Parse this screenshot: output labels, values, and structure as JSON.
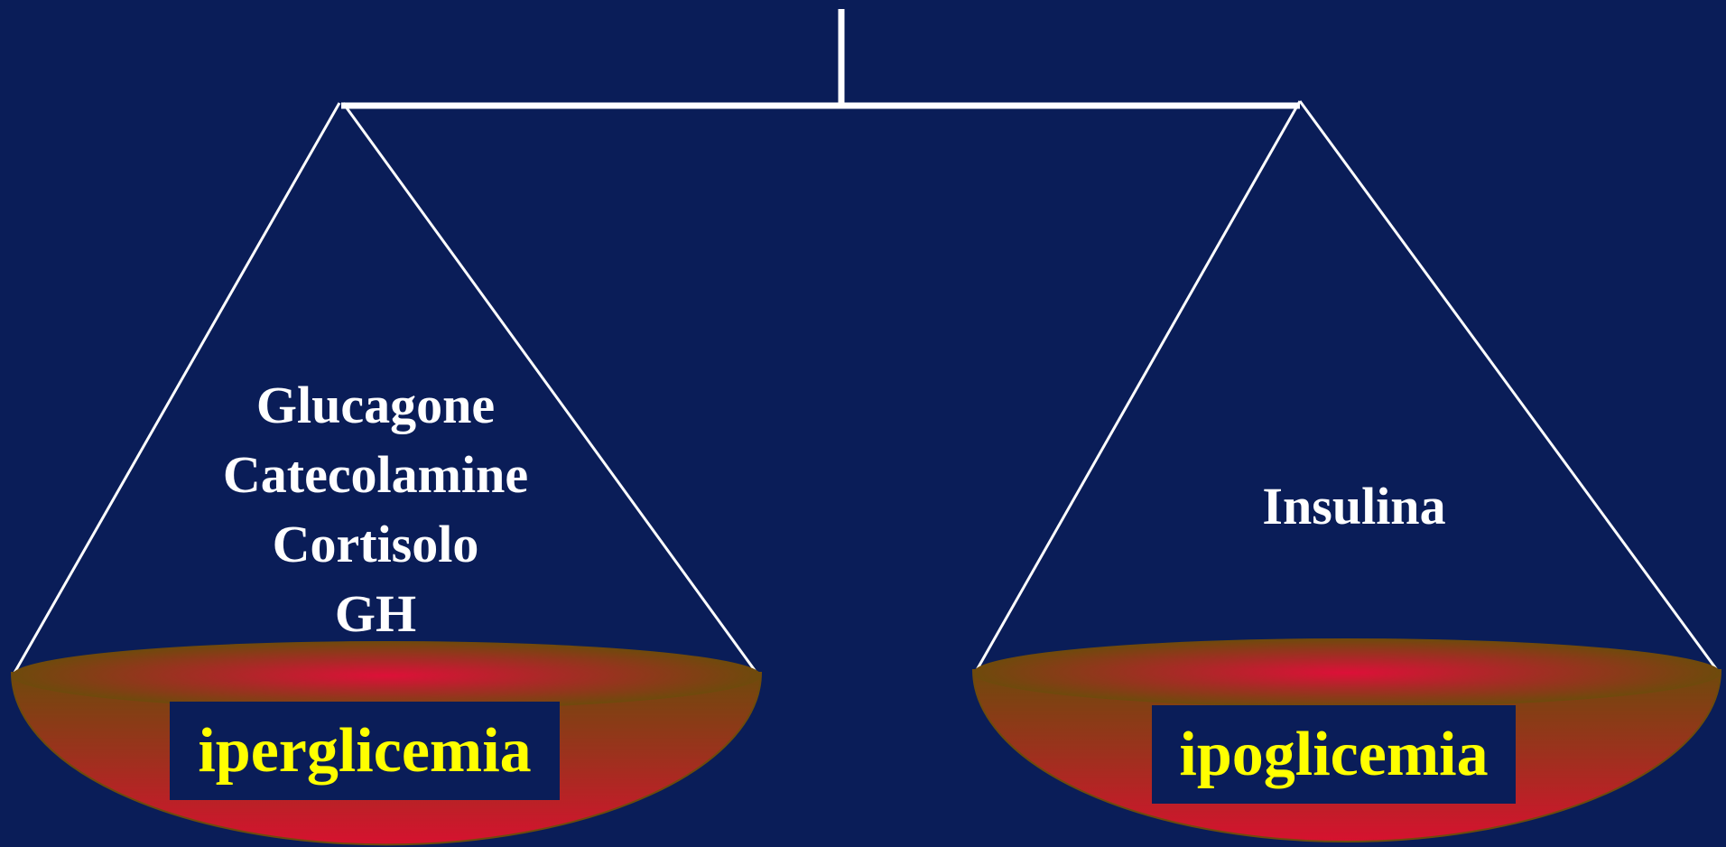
{
  "diagram": {
    "left_pan": {
      "hormones": [
        "Glucagone",
        "Catecolamine",
        "Cortisolo",
        "GH"
      ],
      "outcome": "iperglicemia"
    },
    "right_pan": {
      "hormones": [
        "Insulina"
      ],
      "outcome": "ipoglicemia"
    }
  },
  "colors": {
    "background": "#0a1d58",
    "lines": "#ffffff",
    "hormone_text": "#ffffff",
    "outcome_text": "#ffff00",
    "pan_rim": "#6b4a0a",
    "pan_center": "#d6143c"
  }
}
